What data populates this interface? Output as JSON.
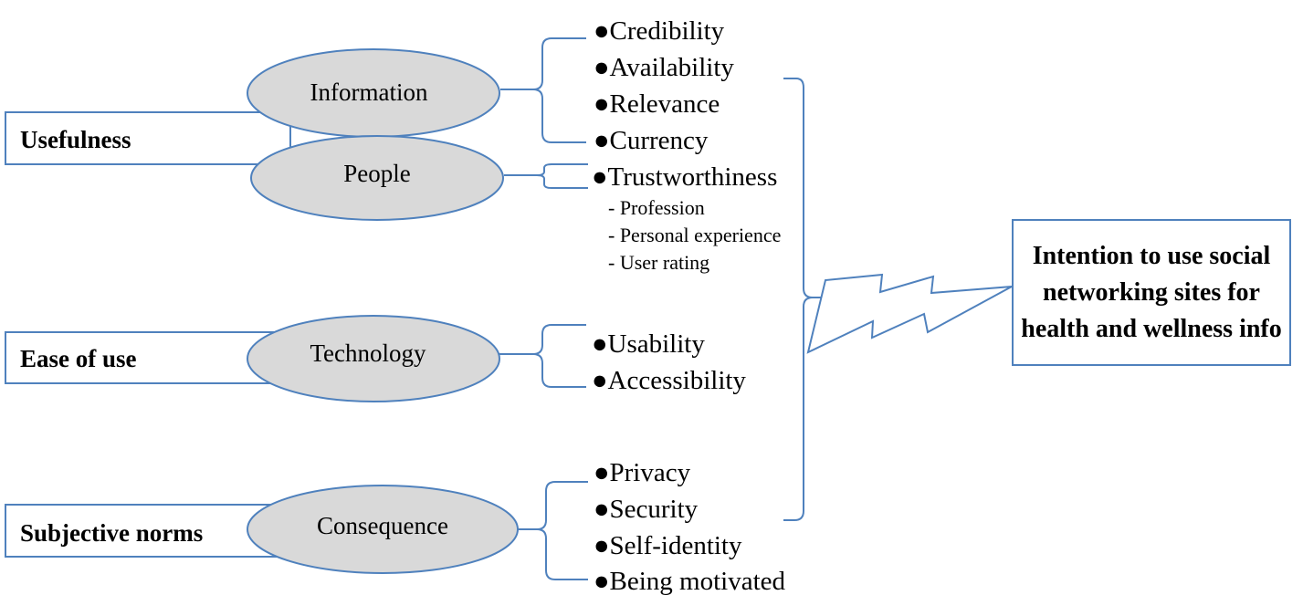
{
  "factors": [
    {
      "label": "Usefulness"
    },
    {
      "label": "Ease of use"
    },
    {
      "label": "Subjective norms"
    }
  ],
  "categories": [
    {
      "label": "Information"
    },
    {
      "label": "People"
    },
    {
      "label": "Technology"
    },
    {
      "label": "Consequence"
    }
  ],
  "items": {
    "credibility": "●Credibility",
    "availability": "●Availability",
    "relevance": "●Relevance",
    "currency": "●Currency",
    "trustworthiness": "●Trustworthiness",
    "usability": "●Usability",
    "accessibility": "●Accessibility",
    "privacy": "●Privacy",
    "security": "●Security",
    "self_identity": "●Self-identity",
    "being_motivated": "●Being motivated"
  },
  "sub_items": {
    "profession": "- Profession",
    "personal_experience": "- Personal experience",
    "user_rating": "- User rating"
  },
  "outcome": {
    "text": "Intention to use social networking sites for health and wellness info"
  },
  "colors": {
    "line": "#4f81bd",
    "ellipse_fill": "#d9d9d9",
    "ellipse_stroke": "#4f81bd"
  }
}
